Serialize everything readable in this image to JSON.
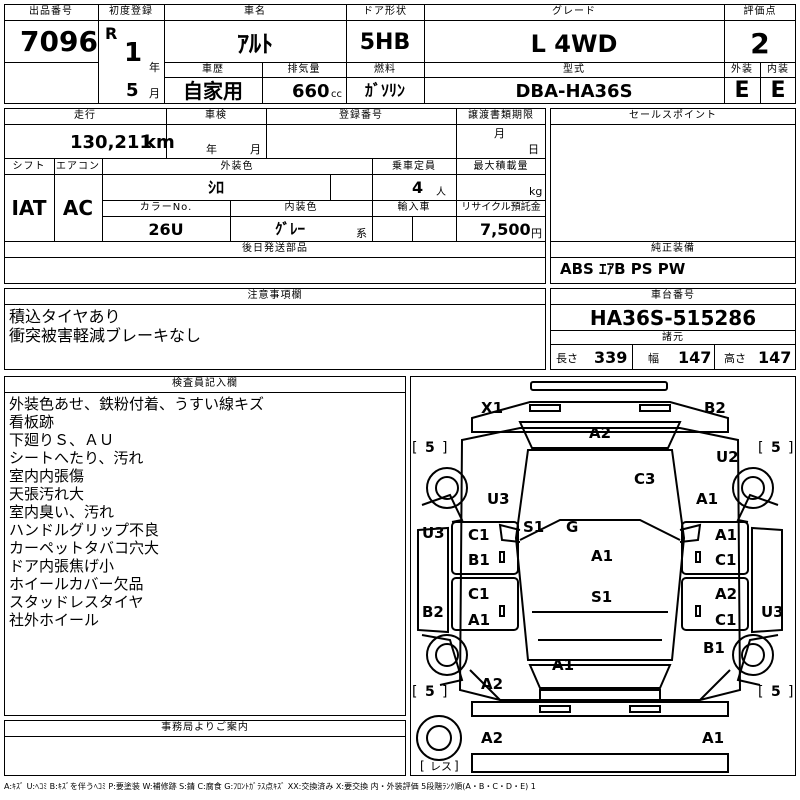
{
  "header_labels": {
    "lot_no": "出品番号",
    "first_reg": "初度登録",
    "car_name": "車名",
    "door": "ドア形状",
    "grade": "グレード",
    "score": "評価点",
    "history": "車歴",
    "displacement": "排気量",
    "fuel": "燃料",
    "model_type": "型式",
    "exterior": "外装",
    "interior": "内装"
  },
  "header": {
    "lot_no": "7096",
    "era": "R",
    "year": "1",
    "year_unit": "年",
    "month": "5",
    "month_unit": "月",
    "car_name": "ｱﾙﾄ",
    "door": "5HB",
    "grade": "L 4WD",
    "score": "2",
    "history": "自家用",
    "displacement": "660",
    "displacement_unit": "cc",
    "fuel": "ｶﾞｿﾘﾝ",
    "model_type": "DBA-HA36S",
    "exterior_grade": "E",
    "interior_grade": "E"
  },
  "detail_labels": {
    "mileage": "走行",
    "inspection": "車検",
    "reg_no": "登録番号",
    "transfer_deadline": "譲渡書類期限",
    "sales_point": "セールスポイント",
    "shift": "シフト",
    "aircon": "エアコン",
    "ext_color": "外装色",
    "capacity": "乗車定員",
    "max_load": "最大積載量",
    "color_no": "カラーNo.",
    "int_color": "内装色",
    "import": "輸入車",
    "recycle": "リサイクル預託金",
    "later_parts": "後日発送部品",
    "equipment": "純正装備",
    "notes": "注意事項欄",
    "chassis_no": "車台番号",
    "specs": "諸元",
    "inspector": "検査員記入欄",
    "office": "事務局よりご案内"
  },
  "details": {
    "mileage": "130,211",
    "mileage_unit": "km",
    "year_unit": "年",
    "month_unit": "月",
    "day_unit": "日",
    "shift": "IAT",
    "aircon": "AC",
    "ext_color": "ｼﾛ",
    "capacity": "4",
    "capacity_unit": "人",
    "load_unit": "kg",
    "color_no": "26U",
    "int_color": "ｸﾞﾚｰ",
    "int_color_suffix": "系",
    "recycle": "7,500",
    "recycle_unit": "円",
    "equipment": "ABS ｴｱB PS PW",
    "chassis_no": "HA36S-515286",
    "length_label": "長さ",
    "length": "339",
    "width_label": "幅",
    "width": "147",
    "height_label": "高さ",
    "height": "147"
  },
  "notes": [
    "積込タイヤあり",
    "衝突被害軽減ブレーキなし"
  ],
  "inspector_notes": [
    "外装色あせ、鉄粉付着、うすい線キズ",
    "看板跡",
    "下廻りＳ、ＡＵ",
    "シートへたり、汚れ",
    "室内内張傷",
    "天張汚れ大",
    "室内臭い、汚れ",
    "ハンドルグリップ不良",
    "カーペットタバコ穴大",
    "ドア内張焦げ小",
    "ホイールカバー欠品",
    "スタッドレスタイヤ",
    "社外ホイール"
  ],
  "diagram_marks": {
    "x1": "X1",
    "b2_top": "B2",
    "a2_roof": "A2",
    "u2": "U2",
    "c3": "C3",
    "u3_left": "U3",
    "a1_right": "A1",
    "s1_front": "S1",
    "g": "G",
    "u3_side": "U3",
    "c1_ld1": "C1",
    "b1_ld1": "B1",
    "a1_center": "A1",
    "a1_rd1": "A1",
    "c1_rd1": "C1",
    "c1_ld2": "C1",
    "a1_ld2": "A1",
    "s1_center": "S1",
    "b2_left": "B2",
    "a2_rd2": "A2",
    "c1_rd2": "C1",
    "u3_right": "U3",
    "b1_rear": "B1",
    "a1_trunk": "A1",
    "a2_rear_left": "A2",
    "a2_bumper": "A2",
    "a1_bumper": "A1",
    "tire_fl": "5",
    "tire_fr": "5",
    "tire_rl": "5",
    "tire_rr": "5",
    "spare": "レス"
  },
  "legend": "A:ｷｽﾞ U:ﾍｺﾐ B:ｷｽﾞを伴うﾍｺﾐ P:要塗装 W:補修跡 S:錆 C:腐食 G:ﾌﾛﾝﾄｶﾞﾗｽ点ｷｽﾞ XX:交換済み X:要交換 内・外装評価 5段階ﾗﾝｸ順(A・B・C・D・E) 1"
}
